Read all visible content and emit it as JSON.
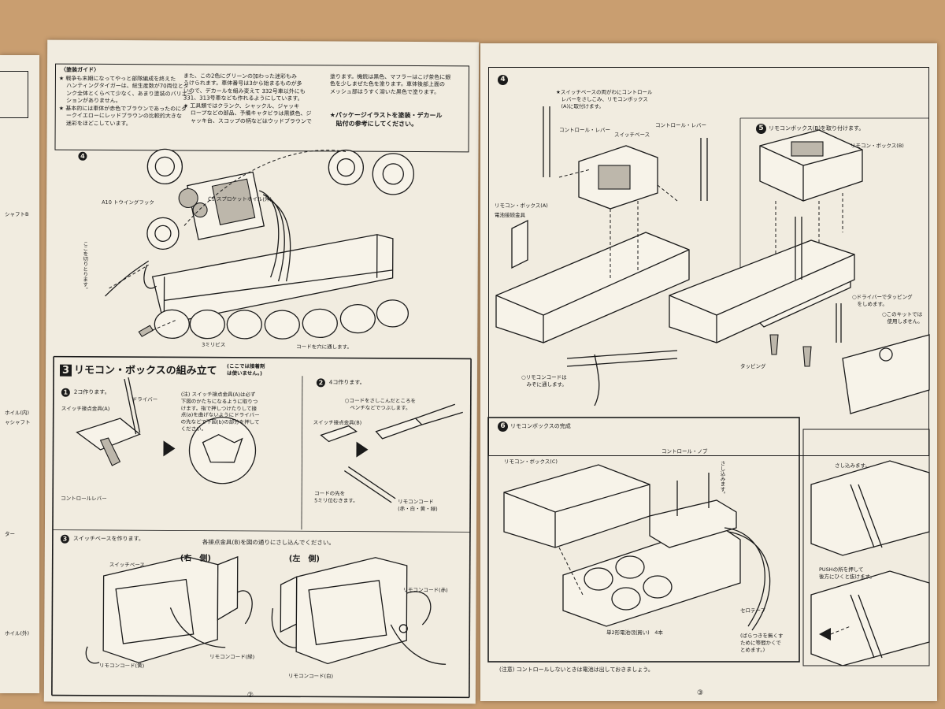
{
  "left_page": {
    "paint_guide": {
      "title": "〈塗装ガイド〉",
      "col1": "★ 戦争も末期になってやっと部隊編成を終えた\n　 ハンティングタイガーは、総生産数が70両位とタ\n　 ンク全体とくらべて少なく、あまり塗装のバリエー\n　 ションがありません。\n★ 基本的には車体が赤色でブラウンであったのにダ\n　 ークイエローにレッドブラウンの比較的大きな\n　 迷彩をほどこしています。",
      "col2": "また、この2色にグリーンの加わった迷彩もみ\nうけられます。車体番号は3から始まるものが多\nいので、デカールを組み変えて 332号車以外にも\n331、313号車なども作れるようにしています。\n★ 工具類ではクランク、シャックル、ジャッキ\n　 ロープなどの部品、予備キャタピラは黒鉄色、ジ\n　 ャッキ台、スコップの柄などはウッドブラウンで",
      "col3": "塗ります。機銃は黒色、マフラーはこげ茶色に銀\n色を少しまぜた色を塗ります。車体後部上面の\nメッシュ部はうすく溶いた黒色で塗ります。",
      "note": "★パッケージイラストを塗装・デカール\n　貼付の参考にしてください。"
    },
    "fig4": {
      "step": "4",
      "towing_hook": "A10 トウイングフック",
      "sprocket": "C1 スプロケットホイル(外)",
      "cut_here": "ここを切りとります。",
      "screw": "3ミリビス",
      "cord_hole": "コードを穴に通します。"
    },
    "section3": {
      "num": "3",
      "title": "リモコン・ボックスの組み立て",
      "subtitle": "(ここでは接着剤\nは使いません。)",
      "step1": {
        "num": "1",
        "text": "2コ作ります。",
        "contact_a": "スイッチ接点金具(A)",
        "driver": "ドライバー",
        "lever": "コントロールレバー"
      },
      "note": "(注) スイッチ接点金具(A)は必ず\n下図のかたちになるように取りつ\nけます。指で押しつけたりして接\n点(a)を曲げないようにドライバー\nの先などで下図(b)の部分を押して\nください。",
      "step2": {
        "num": "2",
        "text": "4コ作ります。",
        "pliers": "○コードをさしこんだところを\n　ペンチなどでつぶします。",
        "contact_b": "スイッチ接点金具(B)",
        "cord_tip": "コードの先を\n5ミリ位むきます。",
        "remote_cord": "リモコンコード\n(赤・白・黄・緑)"
      },
      "step3": {
        "num": "3",
        "text": "スイッチベースを作ります。",
        "instruction": "各接点金具(B)を図の通りにさし込んでください。",
        "right": "(右　側)",
        "left": "(左　側)",
        "switch_base": "スイッチベース",
        "cord_yellow": "リモコンコード(黄)",
        "cord_green": "リモコンコード(緑)",
        "cord_white": "リモコンコード(白)",
        "cord_red": "リモコンコード(赤)"
      }
    },
    "page_number": "②",
    "left_edge_labels": [
      "シャフトB",
      "ホイル(内)",
      "ャシャフト",
      "ター",
      "ホイル(外)"
    ]
  },
  "right_page": {
    "step4": {
      "num": "4",
      "instruction": "★スイッチベースの両がわにコントロール\n　レバーをさしこみ、リモコンボックス\n　(A)に取付けます。",
      "lever_left": "コントロール・レバー",
      "lever_right": "コントロール・レバー",
      "switch_base": "スイッチベース",
      "box_a": "リモコン・ボックス(A)",
      "battery_contact": "電池接続金具",
      "cord_note": "○リモコンコードは\n　みぞに通します。"
    },
    "step5": {
      "num": "5",
      "instruction": "リモコンボックス(B)を取り付けます。",
      "box_b": "リモコン・ボックス(B)",
      "driver_note": "○ドライバーでタッピング\n　をしめます。",
      "kit_note": "○このキットでは\n　使用しません。",
      "tapping": "タッピング"
    },
    "step6": {
      "num": "6",
      "title": "リモコンボックスの完成",
      "box_c": "リモコン・ボックス(C)",
      "knob": "コントロール・ノブ",
      "insert": "さし込みます。",
      "battery": "単2形電池(別買い)　4本",
      "cello_tape": "セロテープ",
      "tape_note": "(ばらつきを無くす\nために等間かくで\nとめます。)",
      "insert2": "さし込みます。",
      "push": "PUSHの所を押して\n後方にひくと抜けます。"
    },
    "caution": "(注意) コントロールしないときは電池は出しておきましょう。",
    "page_number": "③"
  }
}
